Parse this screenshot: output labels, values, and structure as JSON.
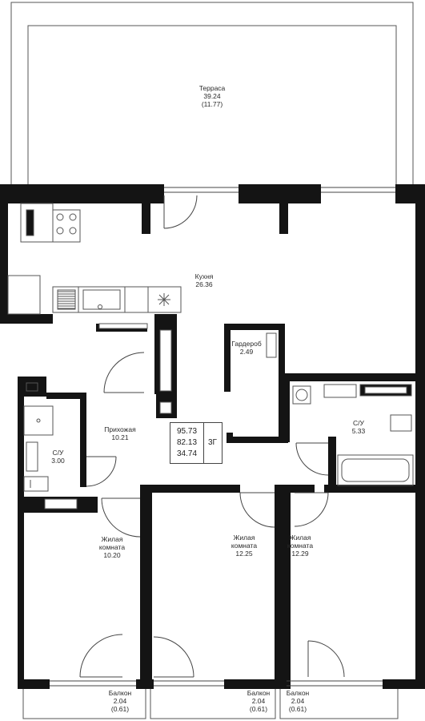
{
  "rooms": {
    "terrace": {
      "name": "Терраса",
      "area": "39.24",
      "sub": "(11.77)"
    },
    "kitchen": {
      "name": "Кухня",
      "area": "26.36"
    },
    "wardrobe": {
      "name": "Гардероб",
      "area": "2.49"
    },
    "hallway": {
      "name": "Прихожая",
      "area": "10.21"
    },
    "bath_small": {
      "name": "С/У",
      "area": "3.00"
    },
    "bath_large": {
      "name": "С/У",
      "area": "5.33"
    },
    "living1": {
      "name1": "Жилая",
      "name2": "комната",
      "area": "10.20"
    },
    "living2": {
      "name1": "Жилая",
      "name2": "комната",
      "area": "12.25"
    },
    "living3": {
      "name1": "Жилая",
      "name2": "комната",
      "area": "12.29"
    },
    "balcony1": {
      "name": "Балкон",
      "area": "2.04",
      "sub": "(0.61)"
    },
    "balcony2": {
      "name": "Балкон",
      "area": "2.04",
      "sub": "(0.61)"
    },
    "balcony3": {
      "name": "Балкон",
      "area": "2.04",
      "sub": "(0.61)"
    }
  },
  "summary": {
    "total": "95.73",
    "living_total": "82.13",
    "living": "34.74",
    "type": "3Г"
  },
  "colors": {
    "wall": "#141414",
    "line": "#444444",
    "thin": "#888888",
    "background": "#ffffff"
  }
}
